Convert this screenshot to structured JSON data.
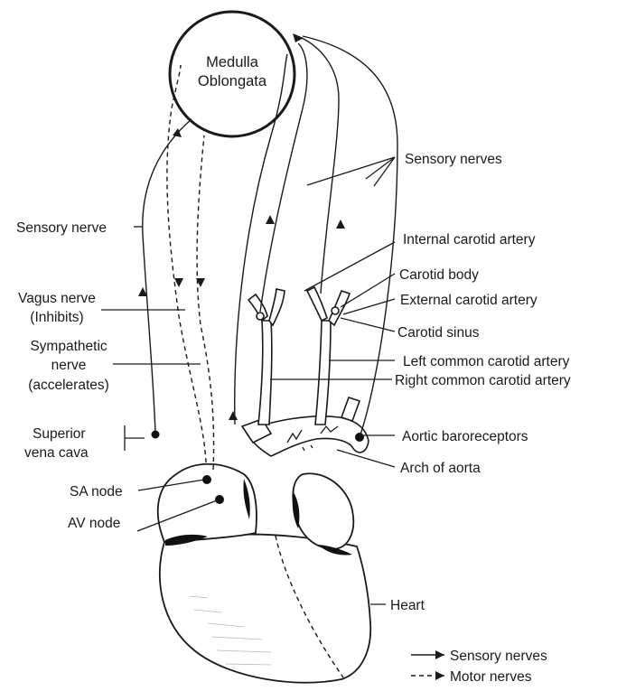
{
  "medulla": {
    "line1": "Medulla",
    "line2": "Oblongata"
  },
  "labels": {
    "sensory_nerves": "Sensory nerves",
    "sensory_nerve": "Sensory nerve",
    "internal_carotid_artery": "Internal carotid artery",
    "carotid_body": "Carotid body",
    "external_carotid_artery": "External carotid artery",
    "vagus_nerve_line1": "Vagus nerve",
    "vagus_nerve_line2": "(Inhibits)",
    "carotid_sinus": "Carotid sinus",
    "sympathetic_line1": "Sympathetic",
    "sympathetic_line2": "nerve",
    "sympathetic_line3": "(accelerates)",
    "left_common_carotid_artery": "Left common carotid artery",
    "right_common_carotid_artery": "Right common carotid artery",
    "superior_vena_cava_line1": "Superior",
    "superior_vena_cava_line2": "vena cava",
    "aortic_baroreceptors": "Aortic baroreceptors",
    "arch_of_aorta": "Arch of aorta",
    "sa_node": "SA node",
    "av_node": "AV node",
    "heart": "Heart"
  },
  "legend": {
    "sensory": "Sensory nerves",
    "motor": "Motor nerves"
  }
}
